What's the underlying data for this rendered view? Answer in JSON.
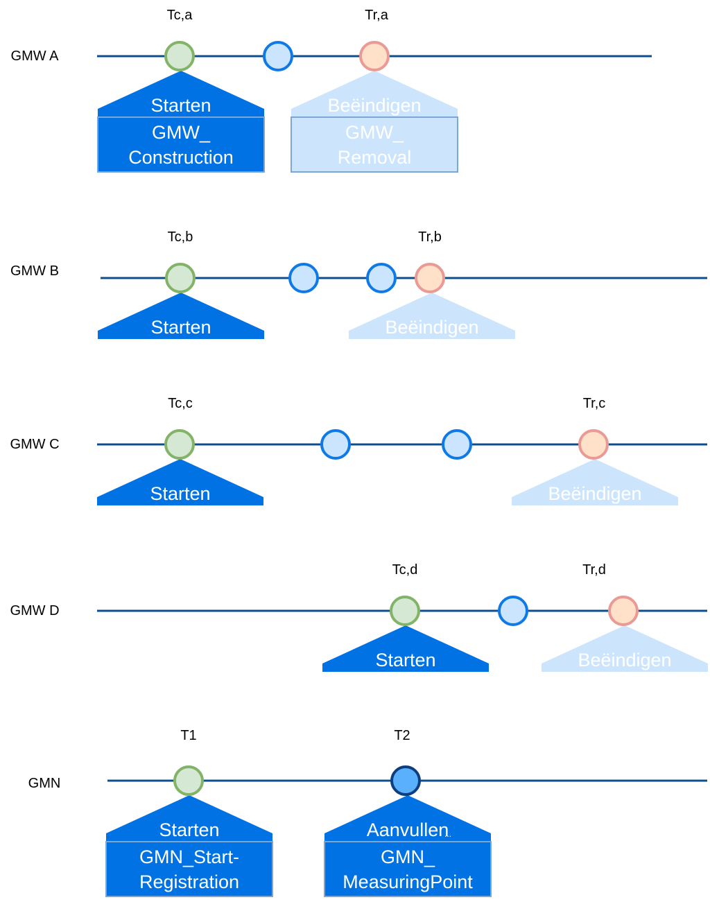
{
  "colors": {
    "line": "#0d4f8c",
    "primary_fill": "#0072e3",
    "light_fill": "#cce5fc",
    "light_stroke": "#7aa6d8",
    "start_circle_fill": "#d5e8d4",
    "start_circle_stroke": "#82b366",
    "mid_circle_fill": "#cce5ff",
    "mid_circle_stroke": "#0f7ae6",
    "end_circle_fill": "#ffe0c8",
    "end_circle_stroke": "#ea9a94",
    "dark_circle_fill": "#5ab0fd",
    "dark_circle_stroke": "#0d3f80"
  },
  "rows": [
    {
      "id": "gmw-a",
      "label": "GMW A",
      "tags": [
        "Tc,a",
        "Tr,a"
      ],
      "events": [
        {
          "lines": [
            "Starten"
          ],
          "detail": [
            "GMW_",
            "Construction"
          ]
        },
        {
          "lines": [
            "Beëindigen"
          ],
          "detail": [
            "GMW_",
            "Removal"
          ]
        }
      ]
    },
    {
      "id": "gmw-b",
      "label": "GMW B",
      "tags": [
        "Tc,b",
        "Tr,b"
      ],
      "events": [
        {
          "lines": [
            "Starten"
          ]
        },
        {
          "lines": [
            "Beëindigen"
          ]
        }
      ]
    },
    {
      "id": "gmw-c",
      "label": "GMW C",
      "tags": [
        "Tc,c",
        "Tr,c"
      ],
      "events": [
        {
          "lines": [
            "Starten"
          ]
        },
        {
          "lines": [
            "Beëindigen"
          ]
        }
      ]
    },
    {
      "id": "gmw-d",
      "label": "GMW D",
      "tags": [
        "Tc,d",
        "Tr,d"
      ],
      "events": [
        {
          "lines": [
            "Starten"
          ]
        },
        {
          "lines": [
            "Beëindigen"
          ]
        }
      ]
    },
    {
      "id": "gmn",
      "label": "GMN",
      "tags": [
        "T1",
        "T2"
      ],
      "events": [
        {
          "lines": [
            "Starten"
          ],
          "detail": [
            "GMN_Start-",
            "Registration"
          ]
        },
        {
          "lines": [
            "Aanvullen"
          ],
          "ellipsis": "...",
          "detail": [
            "GMN_",
            "MeasuringPoint"
          ]
        }
      ]
    }
  ]
}
